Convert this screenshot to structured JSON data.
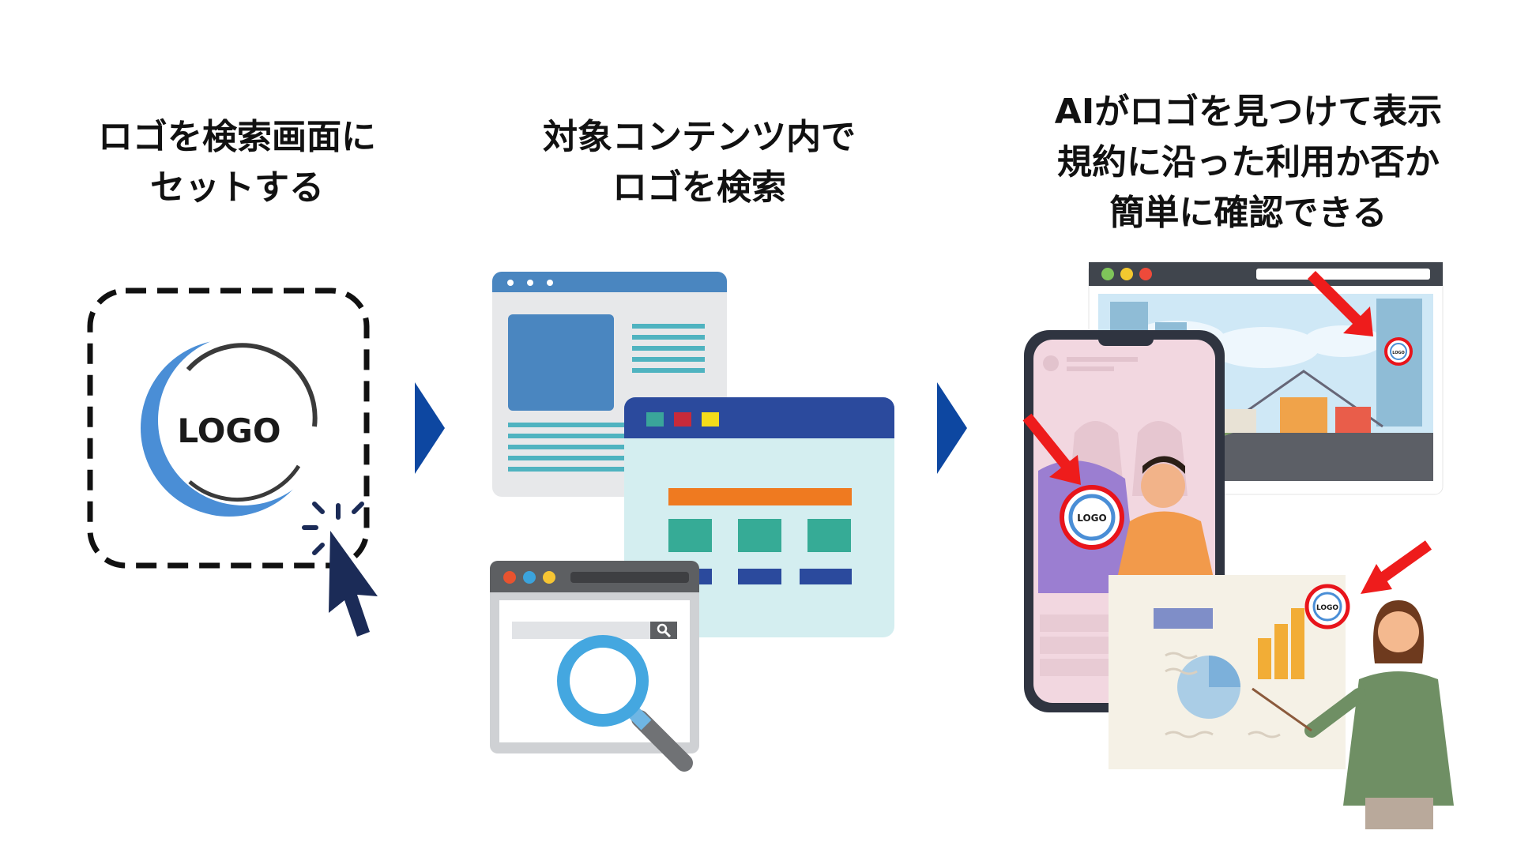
{
  "steps": [
    {
      "lines": [
        "ロゴを検索画面に",
        "セットする"
      ]
    },
    {
      "lines": [
        "対象コンテンツ内で",
        "ロゴを検索"
      ]
    },
    {
      "lines": [
        "AIがロゴを見つけて表示",
        "規約に沿った利用か否か",
        "簡単に確認できる"
      ]
    }
  ],
  "logo": {
    "text": "LOGO"
  },
  "icons": [
    "cursor-icon",
    "magnifier-icon",
    "arrow-right-icon",
    "red-pointer-arrow-icon"
  ],
  "colors": {
    "step_arrow": "#0d47a1",
    "logo_ring": "#4a8ed6",
    "highlight_arrow": "#ee1c1c",
    "window_blue": "#4a86c0",
    "window_navy": "#2b4a9d"
  }
}
